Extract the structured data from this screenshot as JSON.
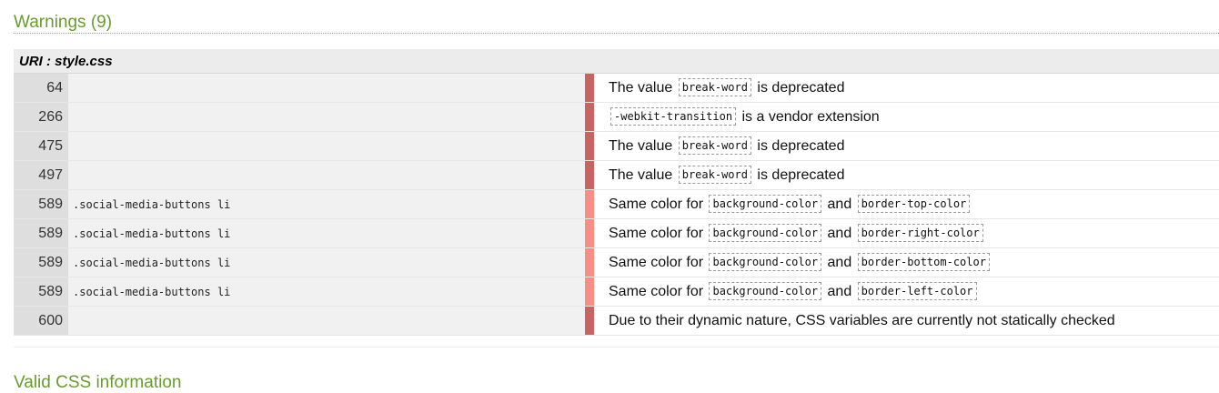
{
  "warnings": {
    "title": "Warnings (9)",
    "uri_label": "URI : style.css",
    "rows": [
      {
        "line": "64",
        "context": "",
        "level": 1,
        "parts": [
          {
            "t": "The value "
          },
          {
            "c": "break-word"
          },
          {
            "t": " is deprecated"
          }
        ]
      },
      {
        "line": "266",
        "context": "",
        "level": 1,
        "parts": [
          {
            "c": "-webkit-transition"
          },
          {
            "t": " is a vendor extension"
          }
        ]
      },
      {
        "line": "475",
        "context": "",
        "level": 1,
        "parts": [
          {
            "t": "The value "
          },
          {
            "c": "break-word"
          },
          {
            "t": " is deprecated"
          }
        ]
      },
      {
        "line": "497",
        "context": "",
        "level": 1,
        "parts": [
          {
            "t": "The value "
          },
          {
            "c": "break-word"
          },
          {
            "t": " is deprecated"
          }
        ]
      },
      {
        "line": "589",
        "context": ".social-media-buttons li",
        "level": 2,
        "parts": [
          {
            "t": "Same color for "
          },
          {
            "c": "background-color"
          },
          {
            "t": " and "
          },
          {
            "c": "border-top-color"
          }
        ]
      },
      {
        "line": "589",
        "context": ".social-media-buttons li",
        "level": 2,
        "parts": [
          {
            "t": "Same color for "
          },
          {
            "c": "background-color"
          },
          {
            "t": " and "
          },
          {
            "c": "border-right-color"
          }
        ]
      },
      {
        "line": "589",
        "context": ".social-media-buttons li",
        "level": 2,
        "parts": [
          {
            "t": "Same color for "
          },
          {
            "c": "background-color"
          },
          {
            "t": " and "
          },
          {
            "c": "border-bottom-color"
          }
        ]
      },
      {
        "line": "589",
        "context": ".social-media-buttons li",
        "level": 2,
        "parts": [
          {
            "t": "Same color for "
          },
          {
            "c": "background-color"
          },
          {
            "t": " and "
          },
          {
            "c": "border-left-color"
          }
        ]
      },
      {
        "line": "600",
        "context": "",
        "level": 1,
        "parts": [
          {
            "t": "Due to their dynamic nature, CSS variables are currently not statically checked"
          }
        ]
      }
    ]
  },
  "next_section": {
    "title": "Valid CSS information"
  },
  "colors": {
    "heading": "#6a9b2e",
    "level1": "#c96464",
    "level2": "#f78f84"
  }
}
